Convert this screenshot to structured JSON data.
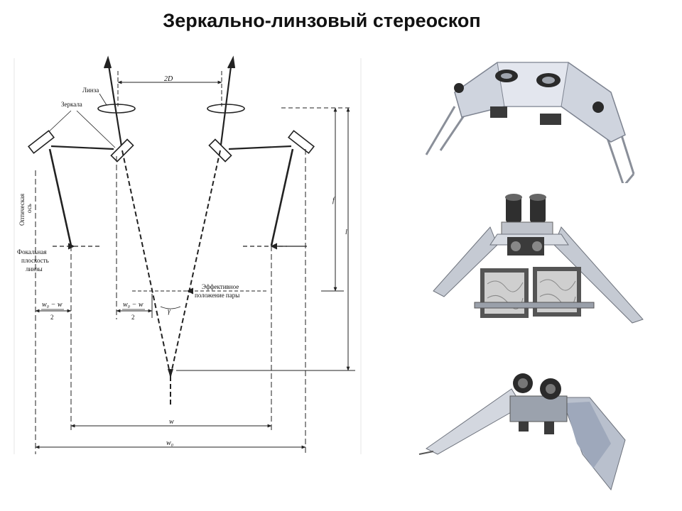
{
  "slide": {
    "title": "Зеркально-линзовый стереоскоп"
  },
  "diagram": {
    "labels": {
      "lens": "Линза",
      "mirrors": "Зеркала",
      "optical_axis_1": "Оптическая",
      "optical_axis_2": "ось",
      "focal_plane_1": "Фокальная",
      "focal_plane_2": "плоскость",
      "focal_plane_3": "линзы",
      "effective_1": "Эффективное",
      "effective_2": "положение пары",
      "dim_2d": "2D",
      "dim_f": "f",
      "dim_l": "l",
      "dim_w": "w",
      "dim_w0": "w₀",
      "frac_num_left": "w₀ − w",
      "frac_den_left": "2",
      "frac_num_mid": "w₀ − w",
      "frac_den_mid": "2",
      "gamma": "γ"
    }
  },
  "photos": [
    {
      "name": "stereoscope-photo-top"
    },
    {
      "name": "stereoscope-photo-middle"
    },
    {
      "name": "stereoscope-photo-bottom"
    }
  ],
  "colors": {
    "line": "#222222",
    "device_body": "#c9ced9",
    "device_dark": "#2a2a2a",
    "film": "#555555"
  }
}
